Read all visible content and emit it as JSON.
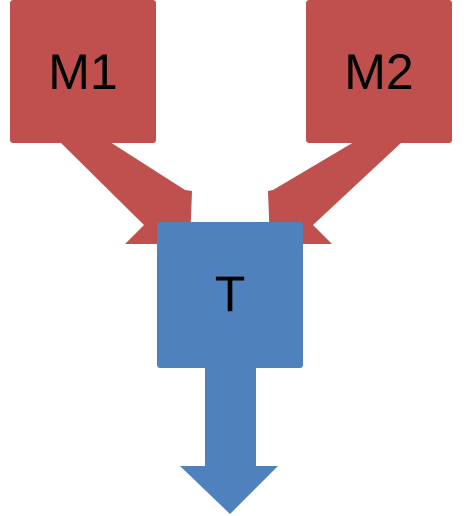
{
  "diagram": {
    "nodes": [
      {
        "id": "m1",
        "label": "M1",
        "color": "#C0504D"
      },
      {
        "id": "m2",
        "label": "M2",
        "color": "#C0504D"
      },
      {
        "id": "t",
        "label": "T",
        "color": "#4F81BD"
      }
    ],
    "edges": [
      {
        "from": "M1",
        "to": "T",
        "color": "#C0504D"
      },
      {
        "from": "M2",
        "to": "T",
        "color": "#C0504D"
      },
      {
        "from": "T",
        "to": "",
        "color": "#4F81BD"
      }
    ],
    "colors": {
      "input_red": "#C0504D",
      "output_blue": "#4F81BD"
    }
  }
}
